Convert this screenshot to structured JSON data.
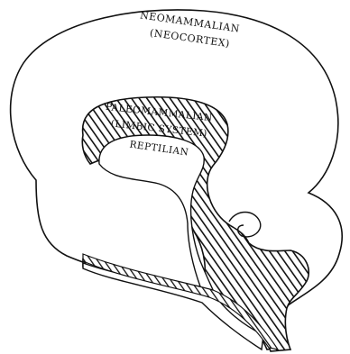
{
  "labels": {
    "neomammalian": "NEOMAMMALIAN",
    "neocortex": "(NEOCORTEX)",
    "paleomammalian": "PALEOMAMMALIAN",
    "limbic_system": "(LIMBIC SYSTEM)",
    "reptilian": "REPTILIAN"
  },
  "colors": {
    "ink": "#111111",
    "background": "#ffffff"
  }
}
